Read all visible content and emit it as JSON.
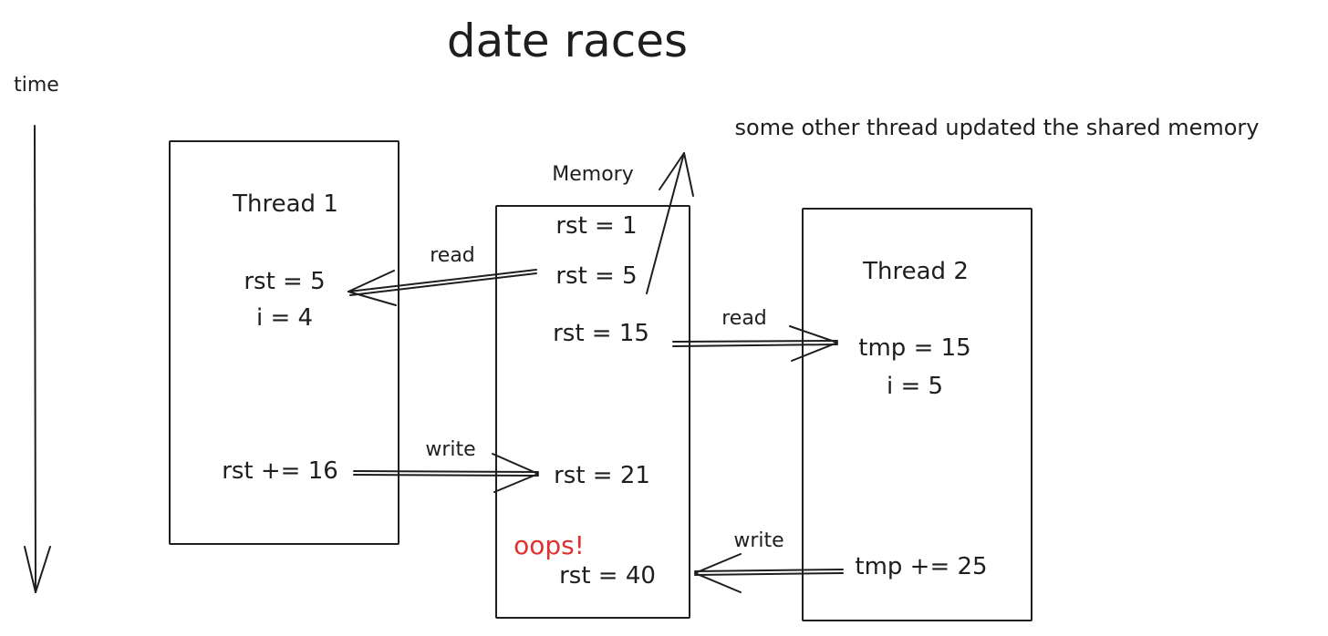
{
  "title": "date races",
  "time_label": "time",
  "annotation": "some other thread updated the shared memory",
  "thread1": {
    "label": "Thread 1",
    "line1": "rst = 5",
    "line2": "i = 4",
    "line3": "rst += 16"
  },
  "memory": {
    "label": "Memory",
    "v1": "rst = 1",
    "v2": "rst = 5",
    "v3": "rst = 15",
    "v4": "rst = 21",
    "v5": "rst = 40",
    "oops": "oops!"
  },
  "thread2": {
    "label": "Thread 2",
    "line1": "tmp = 15",
    "line2": "i = 5",
    "line3": "tmp += 25"
  },
  "arrows": {
    "read1": "read",
    "read2": "read",
    "write1": "write",
    "write2": "write"
  },
  "colors": {
    "ink": "#1e1e1e",
    "accent": "#e03131"
  }
}
